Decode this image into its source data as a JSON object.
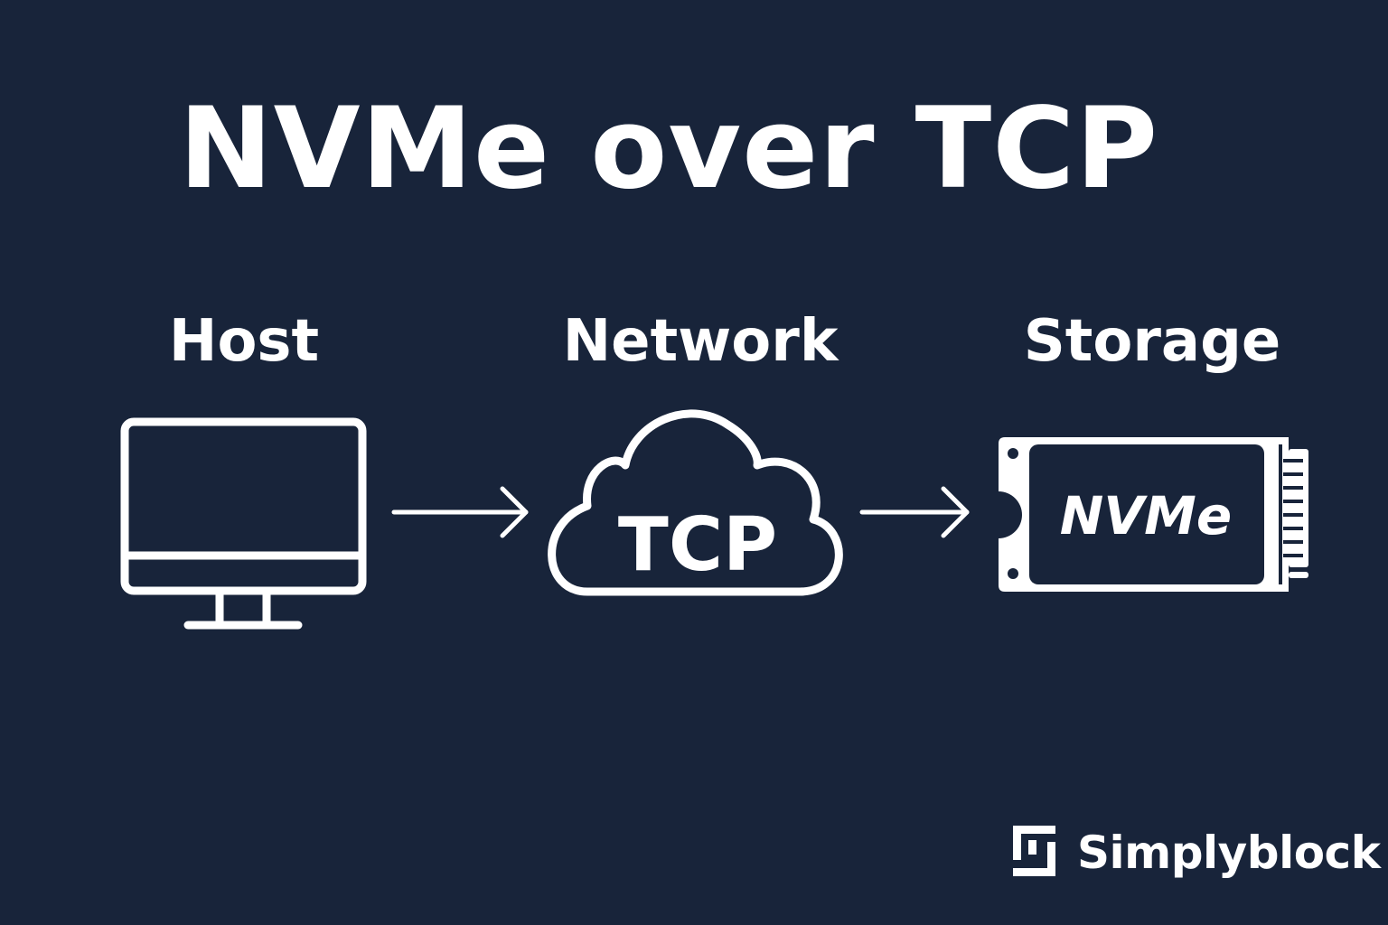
{
  "title": "NVMe over TCP",
  "nodes": [
    {
      "label": "Host",
      "icon": "monitor-icon"
    },
    {
      "label": "Network",
      "icon": "cloud-icon",
      "inner_text": "TCP"
    },
    {
      "label": "Storage",
      "icon": "nvme-ssd-icon",
      "inner_text": "NVMe"
    }
  ],
  "brand": {
    "name": "Simplyblock",
    "icon": "simplyblock-logo-icon"
  },
  "colors": {
    "background": "#18243a",
    "foreground": "#ffffff"
  }
}
